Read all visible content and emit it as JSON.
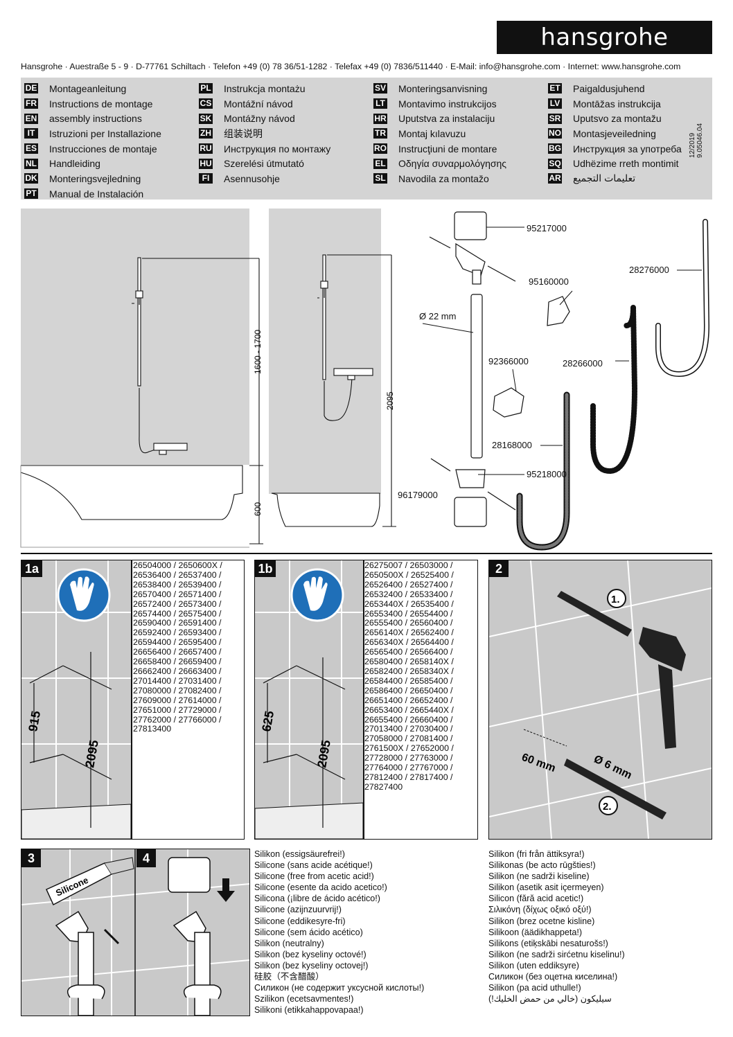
{
  "brand": "hansgrohe",
  "address": "Hansgrohe · Auestraße 5 - 9 · D-77761 Schiltach · Telefon +49 (0) 78 36/51-1282 · Telefax +49 (0) 7836/511440 · E-Mail: info@hansgrohe.com · Internet: www.hansgrohe.com",
  "languages": {
    "col1": [
      {
        "code": "DE",
        "label": "Montageanleitung"
      },
      {
        "code": "FR",
        "label": "Instructions de montage"
      },
      {
        "code": "EN",
        "label": "assembly instructions"
      },
      {
        "code": "IT",
        "label": "Istruzioni per Installazione"
      },
      {
        "code": "ES",
        "label": "Instrucciones de montaje"
      },
      {
        "code": "NL",
        "label": "Handleiding"
      },
      {
        "code": "DK",
        "label": "Monteringsvejledning"
      },
      {
        "code": "PT",
        "label": "Manual de Instalación"
      }
    ],
    "col2": [
      {
        "code": "PL",
        "label": "Instrukcja montażu"
      },
      {
        "code": "CS",
        "label": "Montážní návod"
      },
      {
        "code": "SK",
        "label": "Montážny návod"
      },
      {
        "code": "ZH",
        "label": "组装说明"
      },
      {
        "code": "RU",
        "label": "Инструкция по монтажу"
      },
      {
        "code": "HU",
        "label": "Szerelési útmutató"
      },
      {
        "code": "FI",
        "label": "Asennusohje"
      }
    ],
    "col3": [
      {
        "code": "SV",
        "label": "Monteringsanvisning"
      },
      {
        "code": "LT",
        "label": "Montavimo instrukcijos"
      },
      {
        "code": "HR",
        "label": "Uputstva za instalaciju"
      },
      {
        "code": "TR",
        "label": "Montaj kılavuzu"
      },
      {
        "code": "RO",
        "label": "Instrucţiuni de montare"
      },
      {
        "code": "EL",
        "label": "Οδηγία συναρμολόγησης"
      },
      {
        "code": "SL",
        "label": "Navodila za montažo"
      }
    ],
    "col4": [
      {
        "code": "ET",
        "label": "Paigaldusjuhend"
      },
      {
        "code": "LV",
        "label": "Montāžas instrukcija"
      },
      {
        "code": "SR",
        "label": "Uputsvo za montažu"
      },
      {
        "code": "NO",
        "label": "Montasjeveiledning"
      },
      {
        "code": "BG",
        "label": "Инструкция за употреба"
      },
      {
        "code": "SQ",
        "label": "Udhëzime rreth montimit"
      },
      {
        "code": "AR",
        "label": "تعليمات التجميع"
      }
    ]
  },
  "doc_date": "12/2019",
  "doc_number": "9.05046.04",
  "dimensions": {
    "height_range": "1600 - 1700",
    "height_tub": "600",
    "height_total": "2095",
    "diameter": "Ø 22 mm"
  },
  "parts": {
    "p1": "95217000",
    "p2": "95160000",
    "p3": "28276000",
    "p4": "92366000",
    "p5": "28266000",
    "p6": "28168000",
    "p7": "95218000",
    "p8": "96179000"
  },
  "steps": {
    "s1a": "1a",
    "s1b": "1b",
    "s2": "2",
    "s3": "3",
    "s4": "4"
  },
  "step1a": {
    "dim1": "915",
    "dim2": "2095",
    "codes": "26504000 / 2650600X /\n26536400 / 26537400 /\n26538400 / 26539400 /\n26570400 / 26571400 /\n26572400 / 26573400 /\n26574400 / 26575400 /\n26590400 / 26591400 /\n26592400 / 26593400 /\n26594400 / 26595400 /\n26656400 / 26657400 /\n26658400 / 26659400 /\n26662400 / 26663400 /\n27014400 / 27031400 /\n27080000 / 27082400 /\n27609000 / 27614000 /\n27651000 / 27729000 /\n27762000 / 27766000 /\n27813400"
  },
  "step1b": {
    "dim1": "625",
    "dim2": "2095",
    "codes": "26275007 / 26503000 /\n2650500X / 26525400 /\n26526400 / 26527400 /\n26532400 / 26533400 /\n2653440X / 26535400 /\n26553400 / 26554400 /\n26555400 / 26560400 /\n2656140X / 26562400 /\n2656340X / 26564400 /\n26565400 / 26566400 /\n26580400 / 2658140X /\n26582400 / 2658340X /\n26584400 / 26585400 /\n26586400 / 26650400 /\n26651400 / 26652400 /\n26653400 / 2665440X /\n26655400 / 26660400 /\n27013400 / 27030400 /\n27058000 / 27081400 /\n2761500X / 27652000 /\n27728000 / 27763000 /\n27764000 / 27767000 /\n27812400 / 27817400 /\n27827400"
  },
  "step2": {
    "label1": "1.",
    "label2": "2.",
    "depth": "60 mm",
    "drill": "Ø 6 mm"
  },
  "step3": {
    "tube_label": "Silicone"
  },
  "silicone_col1": [
    "Silikon (essigsäurefrei!)",
    "Silicone (sans acide acétique!)",
    "Silicone (free from acetic acid!)",
    "Silicone (esente da acido acetico!)",
    "Silicona (¡libre de ácido acético!)",
    "Silicone (azijnzuurvrij!)",
    "Silicone (eddikesyre-fri)",
    "Silicone (sem ácido acético)",
    "Silikon (neutralny)",
    "Silikon (bez kyseliny octové!)",
    "Silikon (bez kyseliny octovej!)",
    "硅胶（不含醋酸）",
    "Силикон (не содержит уксусной кислоты!)",
    "Szilikon (ecetsavmentes!)",
    "Silikoni (etikkahappovapaa!)"
  ],
  "silicone_col2": [
    "Silikon (fri från ättiksyra!)",
    "Silikonas (be acto rūgšties!)",
    "Silikon (ne sadrži kiseline)",
    "Silikon (asetik asit içermeyen)",
    "Silicon (fără acid acetic!)",
    "Σιλικόνη (δίχως οξικό οξύ!)",
    "Silikon (brez ocetne kisline)",
    "Silikoon (äädikhappeta!)",
    "Silikons (etiķskābi nesaturošs!)",
    "Silikon (ne sadrži sirćetnu kiselinu!)",
    "Silikon (uten eddiksyre)",
    "Силикон (без оцетна киселина!)",
    "Silikon (pa acid uthulle!)",
    "سيليكون (خالي من حمض الخليك!)"
  ]
}
